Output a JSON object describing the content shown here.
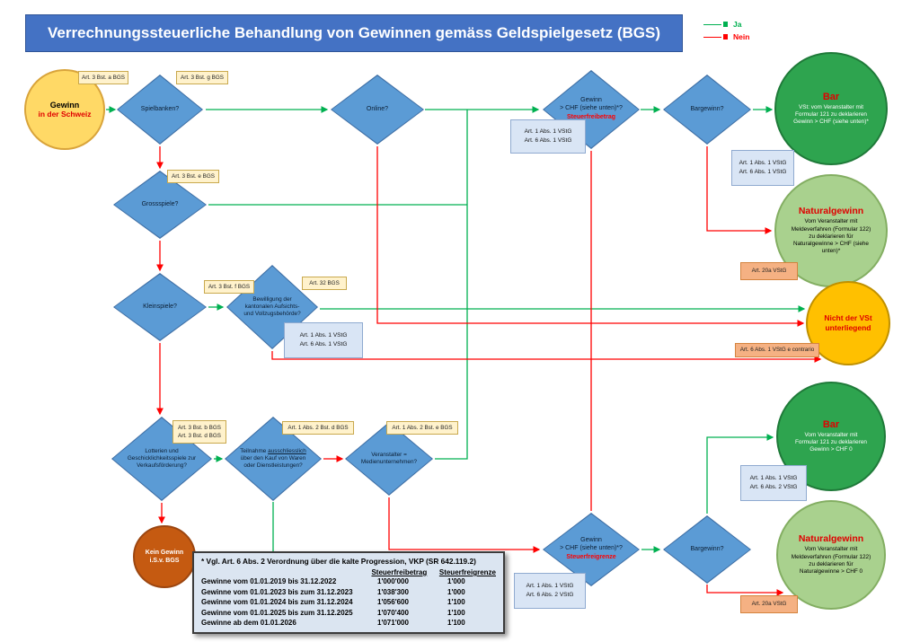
{
  "title": "Verrechnungssteuerliche Behandlung von Gewinnen gemäss Geldspielgesetz (BGS)",
  "legend": {
    "ja": {
      "label": "Ja",
      "color": "#00B050"
    },
    "nein": {
      "label": "Nein",
      "color": "#FF0000"
    }
  },
  "nodes": {
    "start": {
      "line1": "Gewinn",
      "line2": "in der Schweiz"
    },
    "spielbanken": {
      "label": "Spielbanken?"
    },
    "online": {
      "label": "Online?"
    },
    "gewinn_top": {
      "line1": "Gewinn",
      "line2": "> CHF (siehe unten)*?",
      "tag": "Steuerfreibetrag"
    },
    "bargewinn_top": {
      "label": "Bargewinn?"
    },
    "bar_top": {
      "title": "Bar",
      "body": "VSt: vom Veranstalter mit\nFormular 121 zu deklarieren\nGewinn > CHF (siehe unten)*"
    },
    "natural_top": {
      "title": "Naturalgewinn",
      "body": "Vom Veranstalter mit\nMeldeverfahren (Formular 122)\nzu deklarieren für\nNaturalgewinne > CHF (siehe\nunten)*"
    },
    "grossspiele": {
      "label": "Grossspiele?"
    },
    "kleinspiele": {
      "label": "Kleinspiele?"
    },
    "bewilligung": {
      "label": "Bewilligung der\nkantonalen Aufsichts-\nund Vollzugsbehörde?"
    },
    "nicht_vst": {
      "label": "Nicht der VSt\nunterliegend"
    },
    "lotterien": {
      "label": "Lotterien und\nGeschicklichkeitsspiele zur\nVerkaufsförderung?"
    },
    "teilnahme": {
      "l1": "Teilnahme ",
      "l2": "ausschliesslich",
      "l3": "über den Kauf von Waren\noder Dienstleistungen?"
    },
    "veranstalter": {
      "label": "Veranstalter =\nMedienunternehmen?"
    },
    "kein_gewinn": {
      "label": "Kein Gewinn\ni.S.v. BGS"
    },
    "gewinn_bottom": {
      "line1": "Gewinn",
      "line2": "> CHF (siehe unten)*?",
      "tag": "Steuerfreigrenze"
    },
    "bargewinn_bottom": {
      "label": "Bargewinn?"
    },
    "bar_bottom": {
      "title": "Bar",
      "body": "Vom Veranstalter mit\nFormular 121 zu deklarieren\nGewinn > CHF 0"
    },
    "natural_bottom": {
      "title": "Naturalgewinn",
      "body": "Vom Veranstalter mit\nMeldeverfahren (Formular 122)\nzu deklarieren für\nNaturalgewinne > CHF 0"
    }
  },
  "notes": {
    "n1": "Art. 3 Bst. a BGS",
    "n2": "Art. 3 Bst. g BGS",
    "n3": "Art. 3 Bst. e BGS",
    "n4": "Art. 3 Bst. f BGS",
    "n5": "Art. 32 BGS",
    "n6": "Art. 3 Bst. b BGS\nArt. 3 Bst. d BGS",
    "n7": "Art. 1 Abs. 2 Bst. d BGS",
    "n8": "Art. 1 Abs. 2 Bst. e BGS"
  },
  "law_boxes": {
    "b1": "Art. 1 Abs. 1 VStG\nArt. 6 Abs. 1 VStG",
    "b2": "Art. 1 Abs. 1 VStG\nArt. 6 Abs. 1 VStG",
    "b3": "Art. 1 Abs. 1 VStG\nArt. 6 Abs. 1 VStG",
    "b4": "Art. 1 Abs. 1 VStG\nArt. 6 Abs. 2 VStG",
    "b5": "Art. 1 Abs. 1 VStG\nArt. 6 Abs. 2 VStG",
    "o1": "Art. 20a VStG",
    "o2": "Art. 6 Abs. 1 VStG e contrario",
    "o3": "Art. 20a VStG"
  },
  "table": {
    "title": "* Vgl. Art. 6 Abs. 2 Verordnung über die kalte Progression, VKP (SR 642.119.2)",
    "col1": "Steuerfreibetrag",
    "col2": "Steuerfreigrenze",
    "rows": [
      {
        "label": "Gewinne vom 01.01.2019 bis 31.12.2022",
        "v1": "1'000'000",
        "v2": "1'000"
      },
      {
        "label": "Gewinne vom 01.01.2023 bis zum 31.12.2023",
        "v1": "1'038'300",
        "v2": "1'000"
      },
      {
        "label": "Gewinne vom 01.01.2024 bis zum 31.12.2024",
        "v1": "1'056'600",
        "v2": "1'100"
      },
      {
        "label": "Gewinne vom 01.01.2025 bis zum 31.12.2025",
        "v1": "1'070'400",
        "v2": "1'100"
      },
      {
        "label": "Gewinne ab dem 01.01.2026",
        "v1": "1'071'000",
        "v2": "1'100"
      }
    ]
  }
}
